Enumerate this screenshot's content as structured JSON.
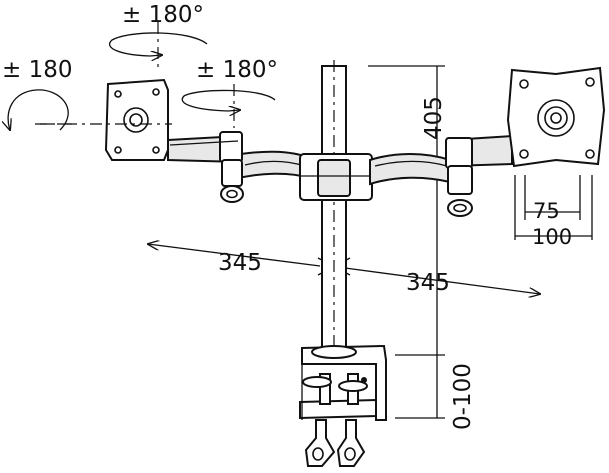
{
  "annotations": {
    "rotation_top": "± 180°",
    "rotation_left": "± 180",
    "rotation_mid": "± 180°",
    "pole_height": "405",
    "arm_left": "345",
    "arm_right": "345",
    "vesa_inner": "75",
    "vesa_outer": "100",
    "clamp_range": "0-100"
  }
}
